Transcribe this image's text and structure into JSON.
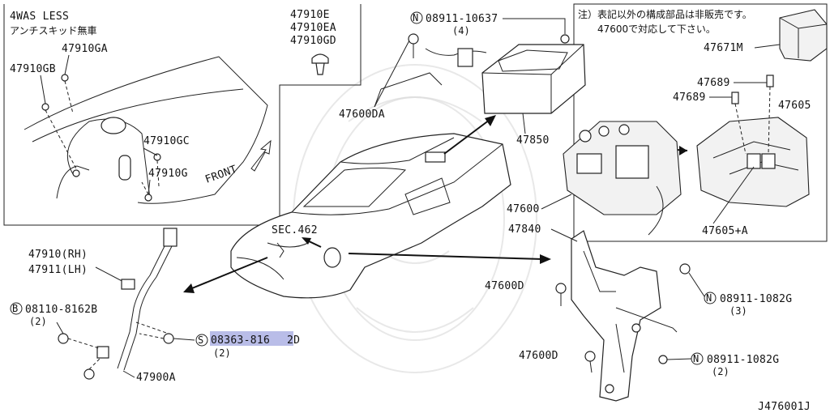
{
  "ref_code": "J476001J",
  "inset_left": {
    "heading": "4WAS LESS",
    "subheading": "アンチスキッド無車",
    "front_label": "FRONT"
  },
  "inset_clip": {
    "parts": [
      "47910E",
      "47910EA",
      "47910GD"
    ]
  },
  "note": {
    "line1": "注）表記以外の構成部品は非販売です。",
    "line2": "47600で対応して下さい。"
  },
  "labels": {
    "p47910GA": "47910GA",
    "p47910GB": "47910GB",
    "p47910GC": "47910GC",
    "p47910G": "47910G",
    "p47910RH": "47910(RH)",
    "p47911LH": "47911(LH)",
    "b08110": "08110-8162B",
    "b08110_qty": "(2)",
    "s08363_a": "08363-816",
    "s08363_b": "2D",
    "s08363_qty": "(2)",
    "p47900A": "47900A",
    "n08911_10637": "08911-10637",
    "n08911_10637_qty": "(4)",
    "p47600DA": "47600DA",
    "p47850": "47850",
    "sec462": "SEC.462",
    "p47600": "47600",
    "p47840": "47840",
    "p47600D_1": "47600D",
    "p47600D_2": "47600D",
    "n08911_1082G_1": "08911-1082G",
    "n08911_1082G_1_qty": "(3)",
    "n08911_1082G_2": "08911-1082G",
    "n08911_1082G_2_qty": "(2)",
    "p47671M": "47671M",
    "p47689_1": "47689",
    "p47689_2": "47689",
    "p47605": "47605",
    "p47605A": "47605+A"
  },
  "badges": {
    "B": "B",
    "S": "S",
    "N": "N"
  },
  "colors": {
    "highlight": "#7f86d6",
    "line": "#222222"
  }
}
